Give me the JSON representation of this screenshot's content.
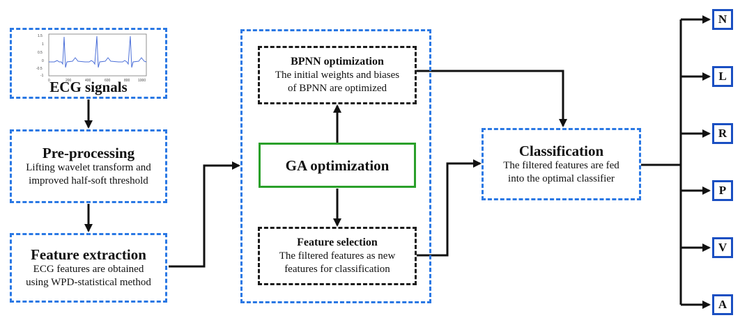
{
  "ecg": {
    "title": "ECG signals",
    "axis_labels": [
      "1.5",
      "1",
      "0.5",
      "0",
      "-0.5",
      "-1"
    ],
    "x_ticks": [
      "0",
      "200",
      "400",
      "600",
      "800",
      "1000"
    ]
  },
  "preprocess": {
    "title": "Pre-processing",
    "lines": [
      "Lifting wavelet transform and",
      "improved half-soft threshold"
    ]
  },
  "feature_extraction": {
    "title": "Feature extraction",
    "lines": [
      "ECG features are obtained",
      "using WPD-statistical method"
    ]
  },
  "bpnn": {
    "title": "BPNN optimization",
    "lines": [
      "The initial weights and biases",
      "of BPNN are optimized"
    ]
  },
  "ga": {
    "title": "GA optimization"
  },
  "feature_selection": {
    "title": "Feature selection",
    "lines": [
      "The filtered features as new",
      "features for classification"
    ]
  },
  "classification": {
    "title": "Classification",
    "lines": [
      "The filtered features are fed",
      "into the optimal classifier"
    ]
  },
  "outputs": [
    "N",
    "L",
    "R",
    "P",
    "V",
    "A"
  ],
  "colors": {
    "blue_dash": "#2a78e4",
    "black_dash": "#1b1b1b",
    "green": "#2aa02a",
    "output_border": "#1a4fc2",
    "signal": "#4b6fd8"
  }
}
